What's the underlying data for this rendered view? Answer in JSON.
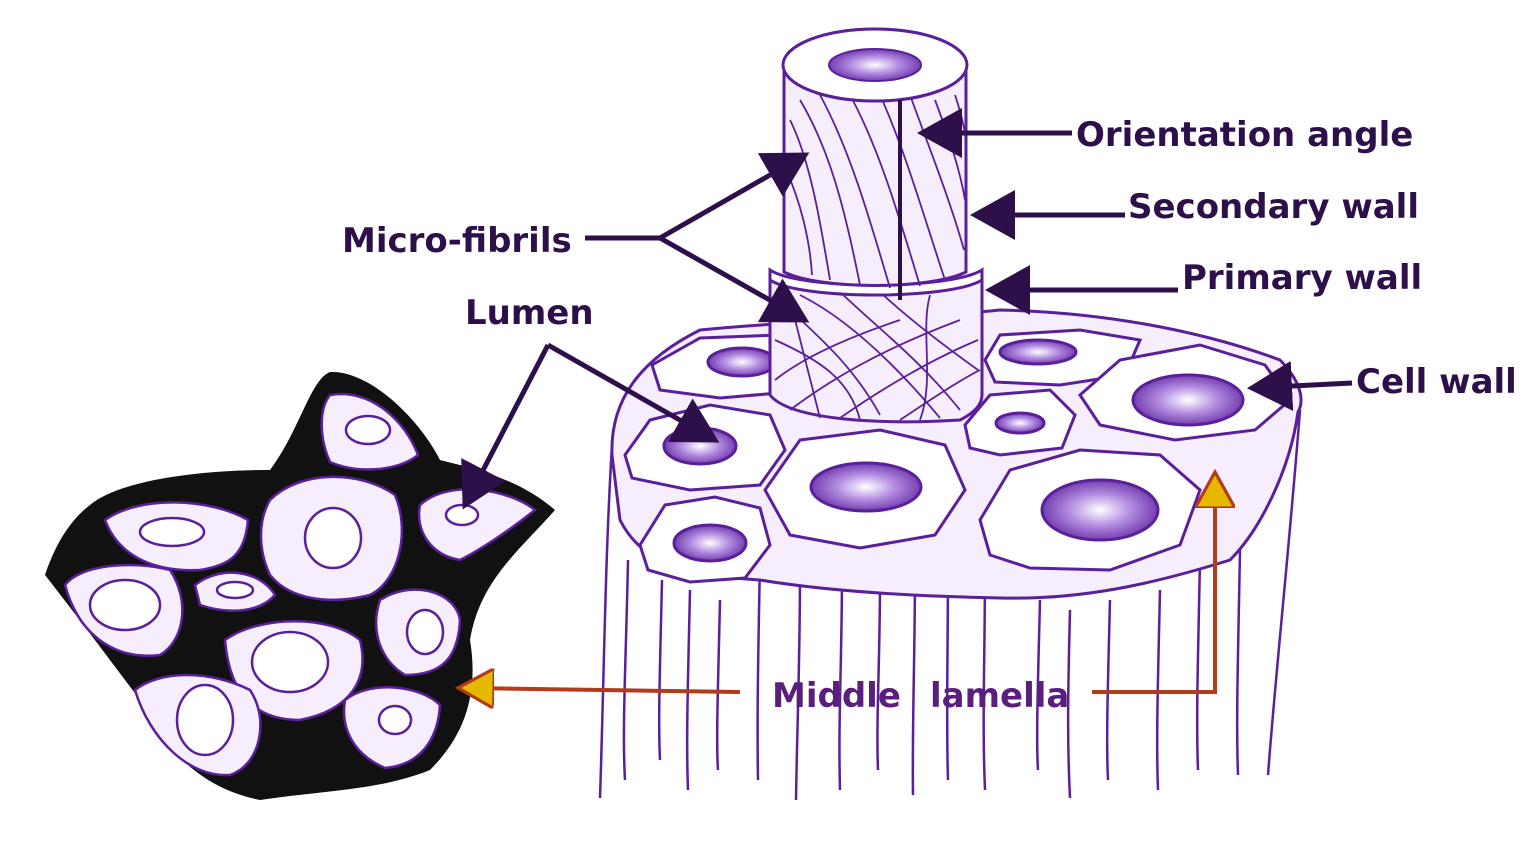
{
  "labels": {
    "orientation_angle": "Orientation angle",
    "secondary_wall": "Secondary wall",
    "primary_wall": "Primary wall",
    "micro_fibrils": "Micro-fibrils",
    "lumen": "Lumen",
    "cell_wall": "Cell wall",
    "middle": "Middle",
    "lamella": "lamella"
  },
  "colors": {
    "outline": "#5a1f9a",
    "fill_light": "#f6eefd",
    "lumen_fill": "#8a55c9",
    "arrow": "#2d0f4a",
    "middle_lamella_arrow": "#b33a1a",
    "arrow_head_ml": "#e6b800",
    "tissue_black": "#111111"
  }
}
